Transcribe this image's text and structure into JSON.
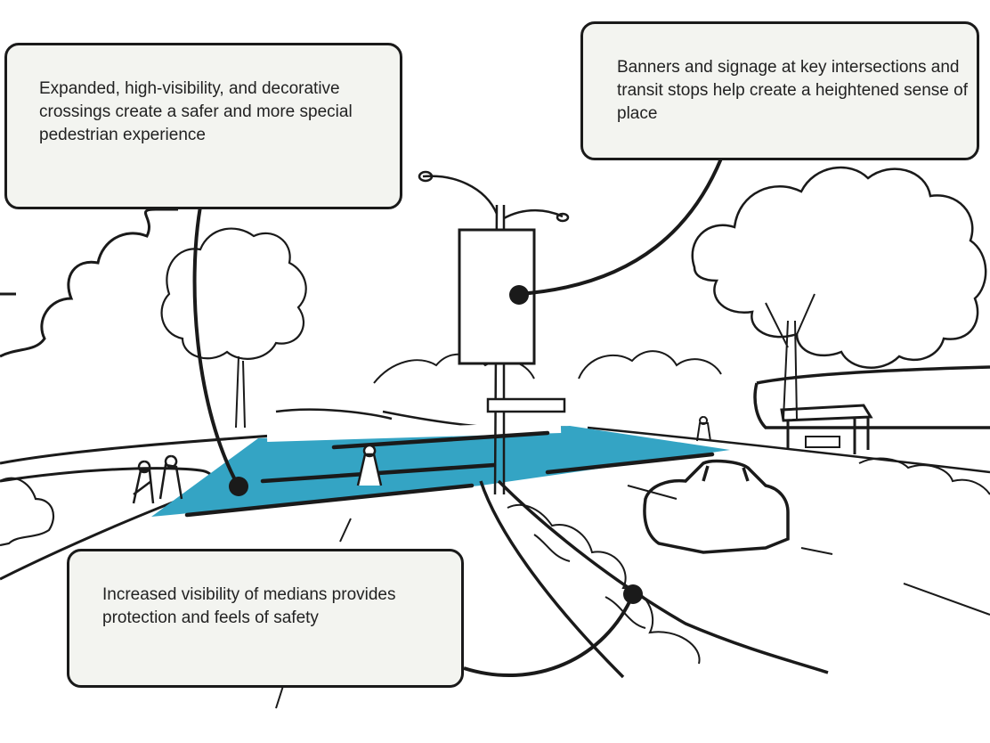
{
  "callouts": {
    "crossings": "Expanded, high-visibility, and decorative crossings create a safer and more special pedestrian experience",
    "banners": "Banners and signage at key intersections and transit stops help create a heightened sense of place",
    "medians": "Increased visibility of medians provides protection and feels of safety"
  },
  "colors": {
    "crosswalk": "#34a4c4",
    "ink": "#1a1a1a",
    "callout_fill": "#f3f4f0"
  }
}
